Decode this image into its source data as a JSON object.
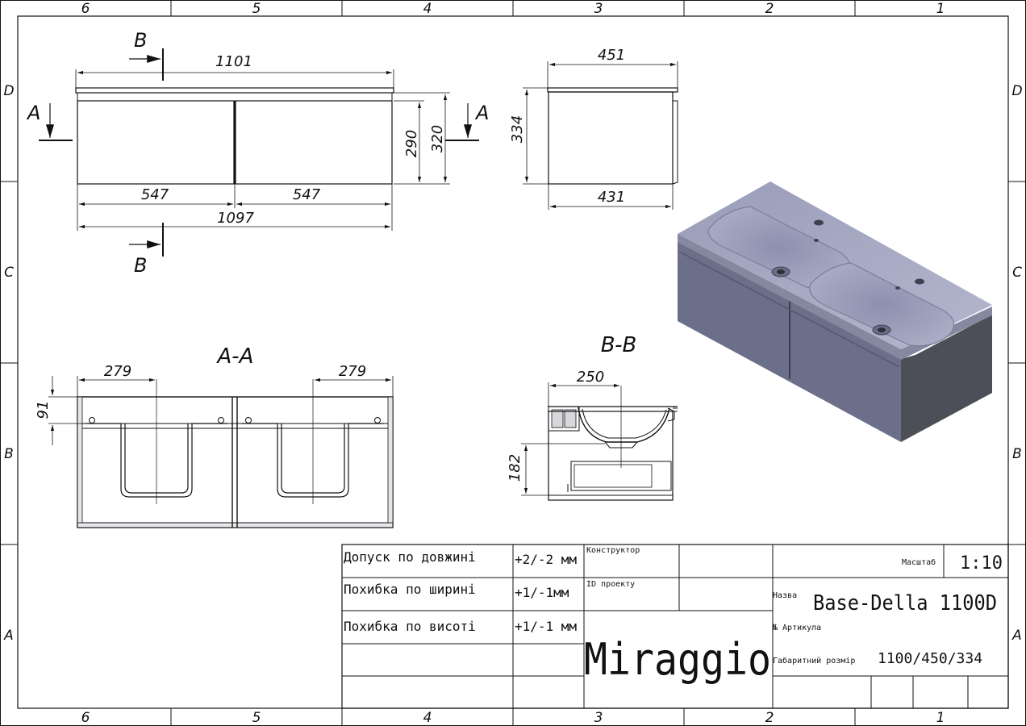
{
  "grid": {
    "cols": [
      "6",
      "5",
      "4",
      "3",
      "2",
      "1"
    ],
    "rows": [
      "D",
      "C",
      "B",
      "A"
    ]
  },
  "front_view": {
    "section_b": "B",
    "section_a": "A",
    "dim_top": "1101",
    "dim_h1": "290",
    "dim_h2": "320",
    "dim_left": "547",
    "dim_right": "547",
    "dim_bottom": "1097"
  },
  "side_view": {
    "dim_top": "451",
    "dim_h": "334",
    "dim_bottom": "431"
  },
  "section_aa": {
    "title": "A-A",
    "dim_left": "279",
    "dim_right": "279",
    "dim_v": "91"
  },
  "section_bb": {
    "title": "B-B",
    "dim_top": "250",
    "dim_v": "182"
  },
  "title_block": {
    "row1_label": "Допуск по довжині",
    "row1_value": "+2/-2 мм",
    "row2_label": "Похибка по ширині",
    "row2_value": "+1/-1мм",
    "row3_label": "Похибка по висоті",
    "row3_value": "+1/-1 мм",
    "designer_label": "Конструктор",
    "project_id_label": "ID проекту",
    "brand": "Miraggio",
    "scale_label": "Масштаб",
    "scale_value": "1:10",
    "name_label": "Назва",
    "name_value": "Base-Della 1100D",
    "article_label": "№ Артикула",
    "size_label": "Габаритний розмір",
    "size_value": "1100/450/334"
  }
}
